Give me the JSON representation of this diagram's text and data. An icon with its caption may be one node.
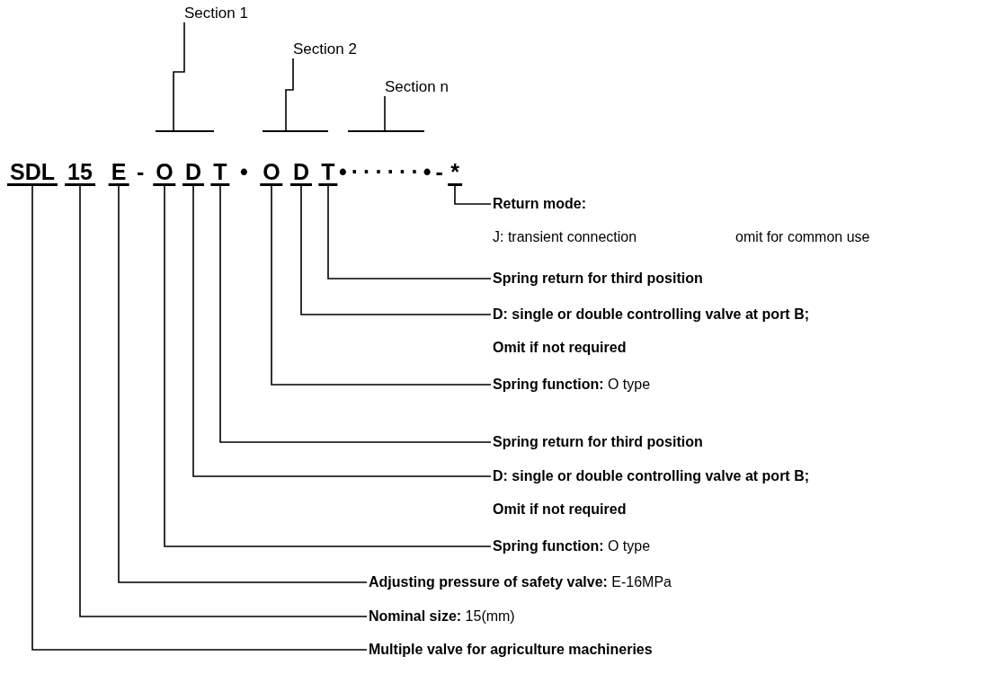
{
  "diagram": {
    "nodes": [
      {
        "text": [
          "SDL"
        ]
      },
      {
        "text": [
          "15"
        ]
      },
      {
        "text": [
          "E"
        ]
      },
      {
        "text": [
          "O"
        ]
      },
      {
        "text": [
          "D"
        ]
      },
      {
        "text": [
          "T"
        ]
      },
      {
        "text": [
          "O"
        ]
      },
      {
        "text": [
          "D"
        ]
      },
      {
        "text": [
          "T"
        ]
      },
      {
        "text": [
          "*"
        ]
      },
      {
        "text": [
          "Section 1"
        ]
      },
      {
        "text": [
          "Section 2"
        ]
      },
      {
        "text": [
          "Section n"
        ]
      },
      {
        "text": [],
        "shape": "bar"
      },
      {
        "text": [],
        "shape": "bar"
      },
      {
        "text": [],
        "shape": "bar"
      },
      {
        "text": [
          "Return mode:"
        ],
        "beside": [
          "J: transient connection",
          "omit for common use"
        ]
      },
      {
        "text": [
          "Spring return for third position"
        ]
      },
      {
        "text": [
          "D: single or double controlling valve at port B;",
          "Omit if not required"
        ]
      },
      {
        "text": [
          "**Spring function:** O type"
        ]
      },
      {
        "text": [
          "Spring return for third position"
        ]
      },
      {
        "text": [
          "D: single or double controlling valve at port B;",
          "Omit if not required"
        ]
      },
      {
        "text": [
          "**Spring function:** O type"
        ]
      },
      {
        "text": [
          "**Adjusting pressure of safety valve:** E-16MPa"
        ]
      },
      {
        "text": [
          "**Nominal size:** 15(mm)"
        ]
      },
      {
        "text": [
          "Multiple valve for agriculture machineries"
        ]
      }
    ],
    "edges": [
      {
        "from": 10,
        "to": 13,
        "arrow": "none"
      },
      {
        "from": 11,
        "to": 14,
        "arrow": "none"
      },
      {
        "from": 12,
        "to": 15,
        "arrow": "none"
      },
      {
        "from": 16,
        "to": 9,
        "arrow": "none"
      },
      {
        "from": 17,
        "to": 8,
        "arrow": "none"
      },
      {
        "from": 18,
        "to": 7,
        "arrow": "none"
      },
      {
        "from": 19,
        "to": 6,
        "arrow": "none"
      },
      {
        "from": 20,
        "to": 5,
        "arrow": "none"
      },
      {
        "from": 21,
        "to": 4,
        "arrow": "none"
      },
      {
        "from": 22,
        "to": 3,
        "arrow": "none"
      },
      {
        "from": 23,
        "to": 2,
        "arrow": "none"
      },
      {
        "from": 24,
        "to": 1,
        "arrow": "none"
      },
      {
        "from": 25,
        "to": 0,
        "arrow": "none"
      }
    ],
    "labels": [
      "-",
      "•",
      "•······•-"
    ]
  }
}
